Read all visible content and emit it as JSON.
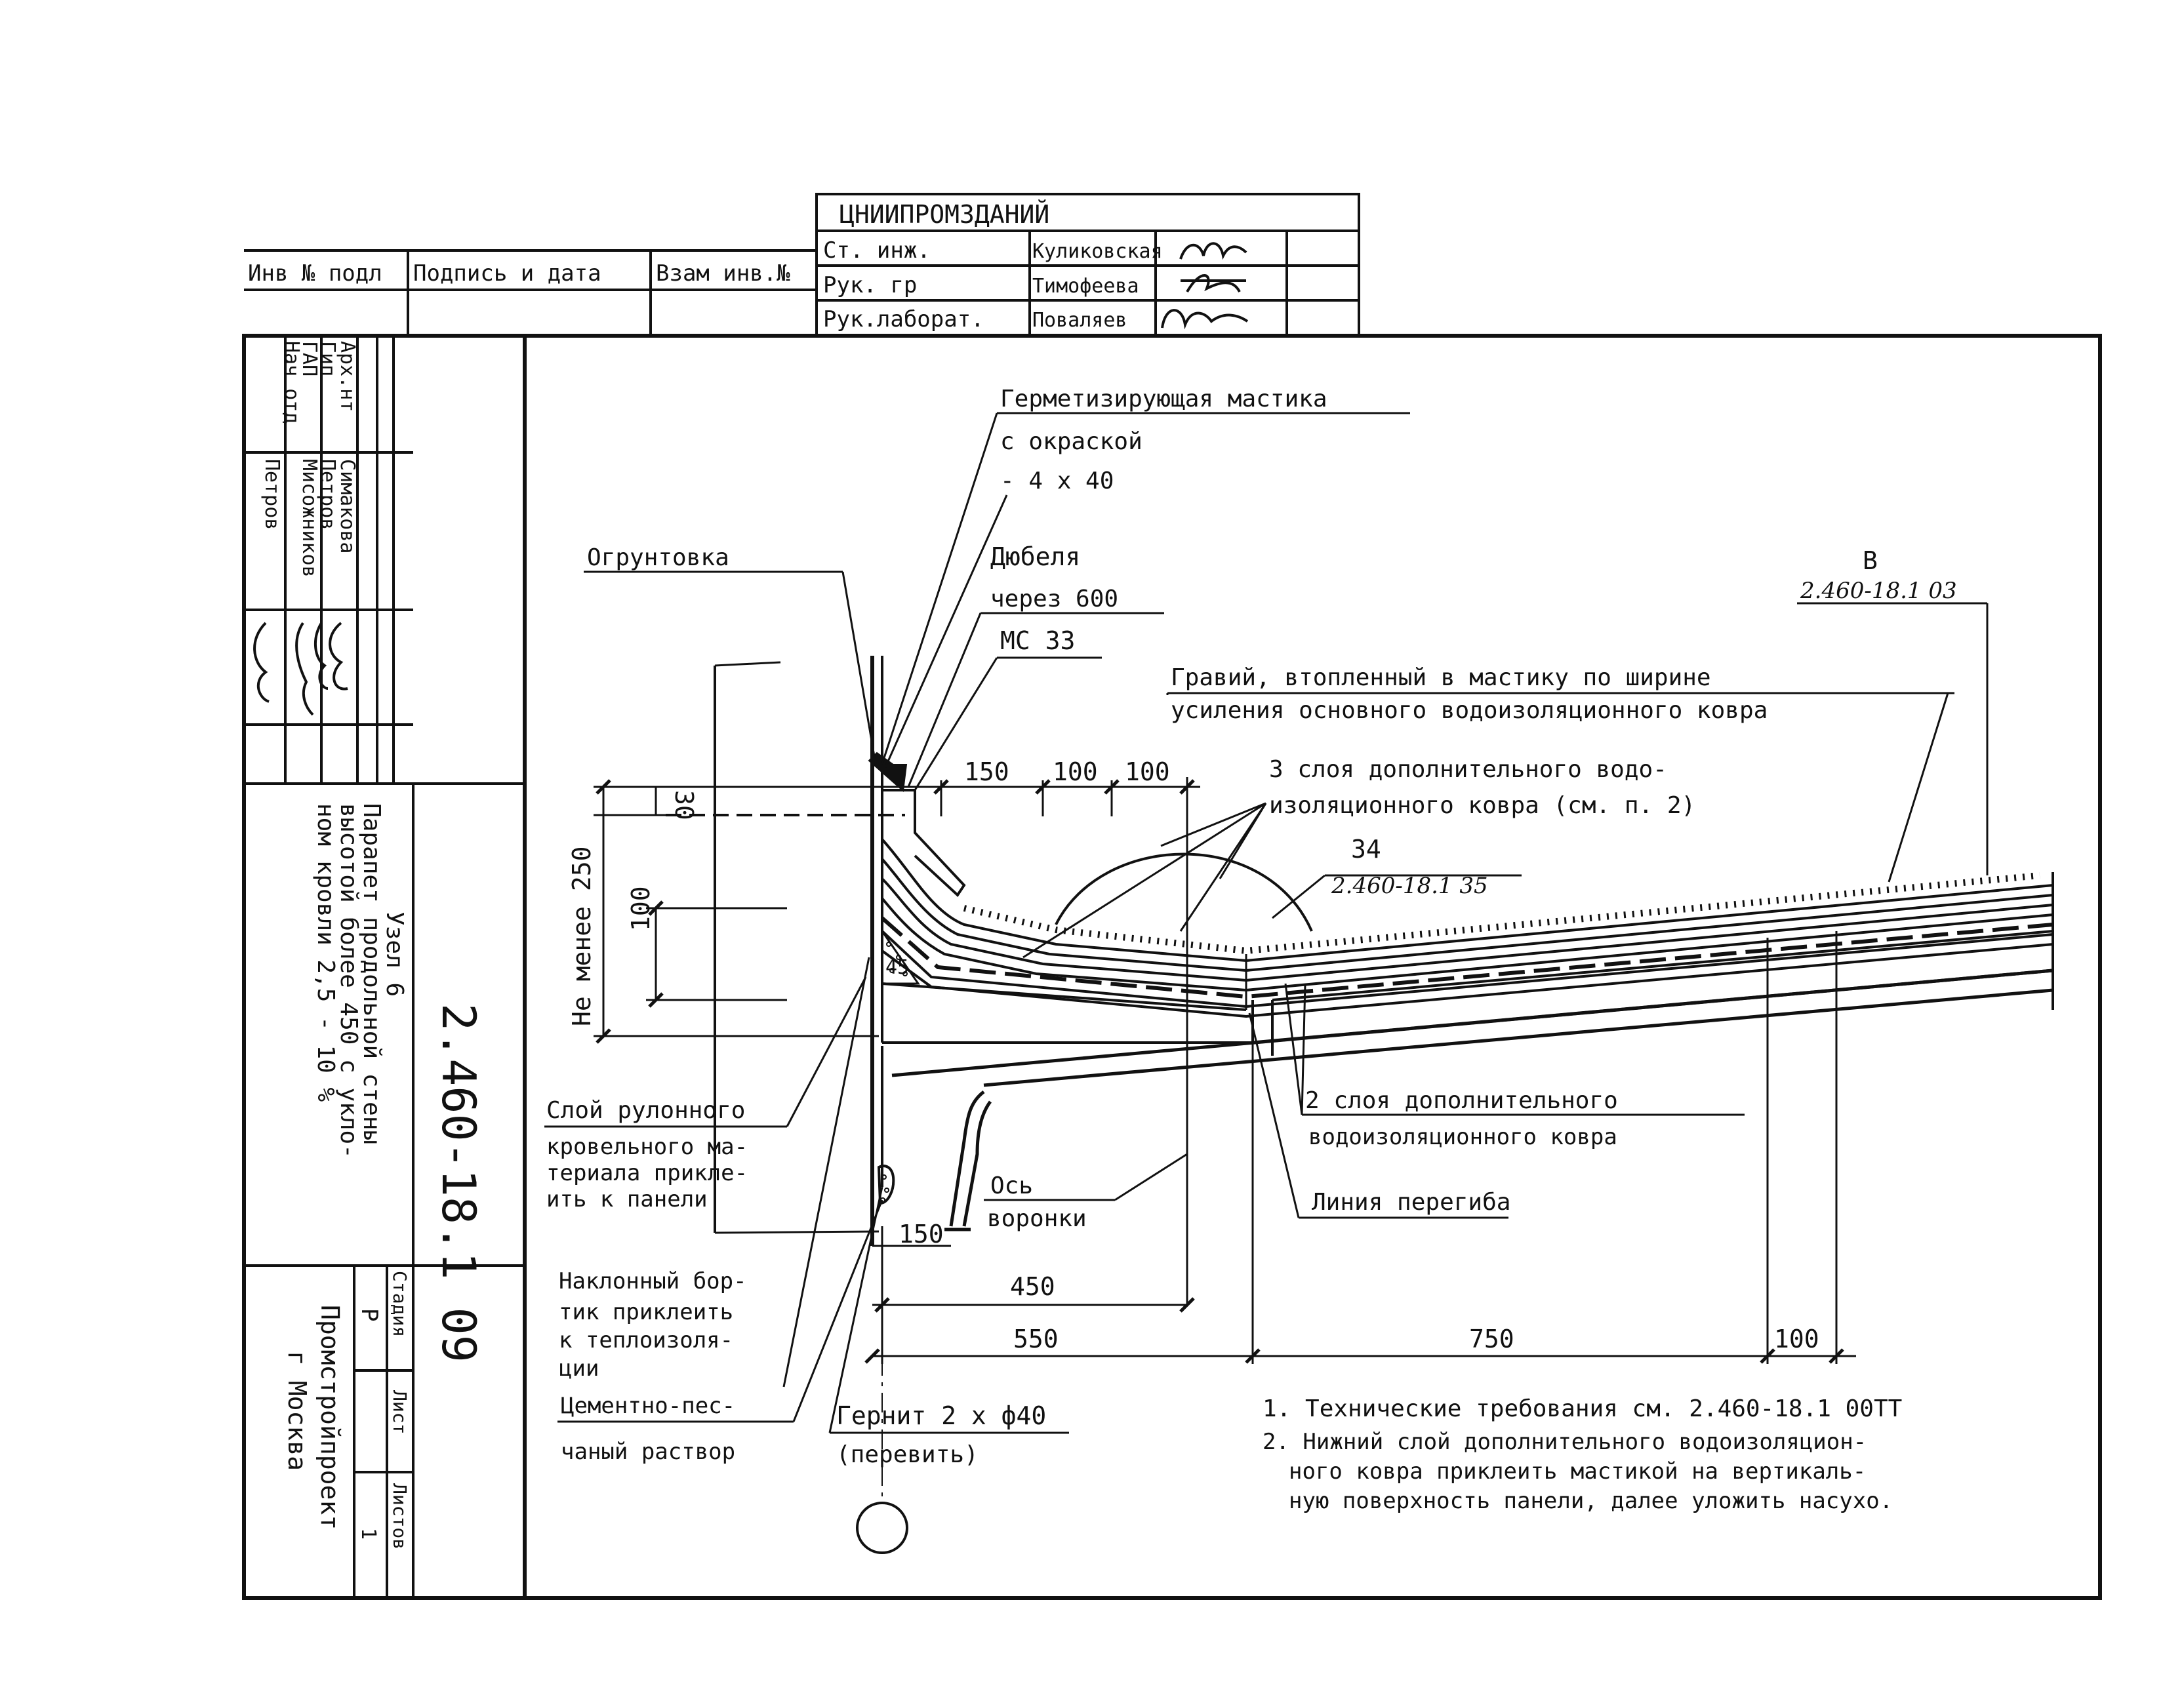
{
  "stamp": {
    "org": "ЦНИИПРОМЗДАНИЙ",
    "rows": [
      {
        "role": "Ст. инж.",
        "name": "Куликовская"
      },
      {
        "role": "Рук. гр",
        "name": "Тимофеева"
      },
      {
        "role": "Рук.лаборат.",
        "name": "Поваляев"
      }
    ]
  },
  "top_strip": {
    "inv_podl": "Инв № подл",
    "podpis_data": "Подпись и дата",
    "vzam_inv": "Взам инв.№"
  },
  "left_block": {
    "roles": [
      "Арх.нт",
      "Гип",
      "ГАП",
      "Нач отд"
    ],
    "names": [
      "Симакова",
      "Петров",
      "Мисожников",
      "Петров"
    ],
    "title": [
      "Узел 6",
      "Парапет продольной стены",
      "высотой более 450 с укло-",
      "ном кровли 2,5 - 10 %"
    ],
    "doc_code": "2.460-18.1 09",
    "stage_header": "Стадия",
    "stage": "Р",
    "sheet_header": "Лист",
    "sheets_header": "Листов",
    "sheets": "1",
    "company": [
      "Промстройпроект",
      "г Москва"
    ]
  },
  "labels": {
    "hermetic": [
      "Герметизирующая мастика",
      "с окраской",
      "- 4 x 40"
    ],
    "priming": "Огрунтовка",
    "dowels": [
      "Дюбеля",
      "через 600"
    ],
    "mc": "МС 33",
    "ref_b_letter": "В",
    "ref_b_code": "2.460-18.1 03",
    "gravel": [
      "Гравий, втопленный в мастику по ширине",
      "усиления основного водоизоляционного ковра"
    ],
    "three_layers": [
      "3 слоя дополнительного водо-",
      "изоляционного ковра (см. п. 2)"
    ],
    "ref_34_num": "34",
    "ref_34_code": "2.460-18.1 35",
    "not_less": "Не менее 250",
    "roll_layer": [
      "Слой рулонного",
      "кровельного ма-",
      "териала прикле-",
      "ить к панели"
    ],
    "two_layers": [
      "2 слоя дополнительного",
      "водоизоляционного ковра"
    ],
    "axis": [
      "Ось",
      "воронки"
    ],
    "bend": "Линия перегиба",
    "slanted": [
      "Наклонный бор-",
      "тик приклеить",
      "к теплоизоля-",
      "ции"
    ],
    "cement": [
      "Цементно-пес-",
      "чаный раствор"
    ],
    "gernit": [
      "Гернит 2 x ф40",
      "(перевить)"
    ],
    "deg45": "45"
  },
  "dims": {
    "d150a": "150",
    "d100a": "100",
    "d100b": "100",
    "d30": "30",
    "d100v": "100",
    "d150b": "150",
    "d450": "450",
    "d550": "550",
    "d750": "750",
    "d100c": "100"
  },
  "notes": [
    "1. Технические требования см. 2.460-18.1 00ТТ",
    "2. Нижний слой дополнительного водоизоляцион-",
    "ного ковра приклеить мастикой на вертикаль-",
    "ную поверхность панели, далее уложить насухо."
  ]
}
